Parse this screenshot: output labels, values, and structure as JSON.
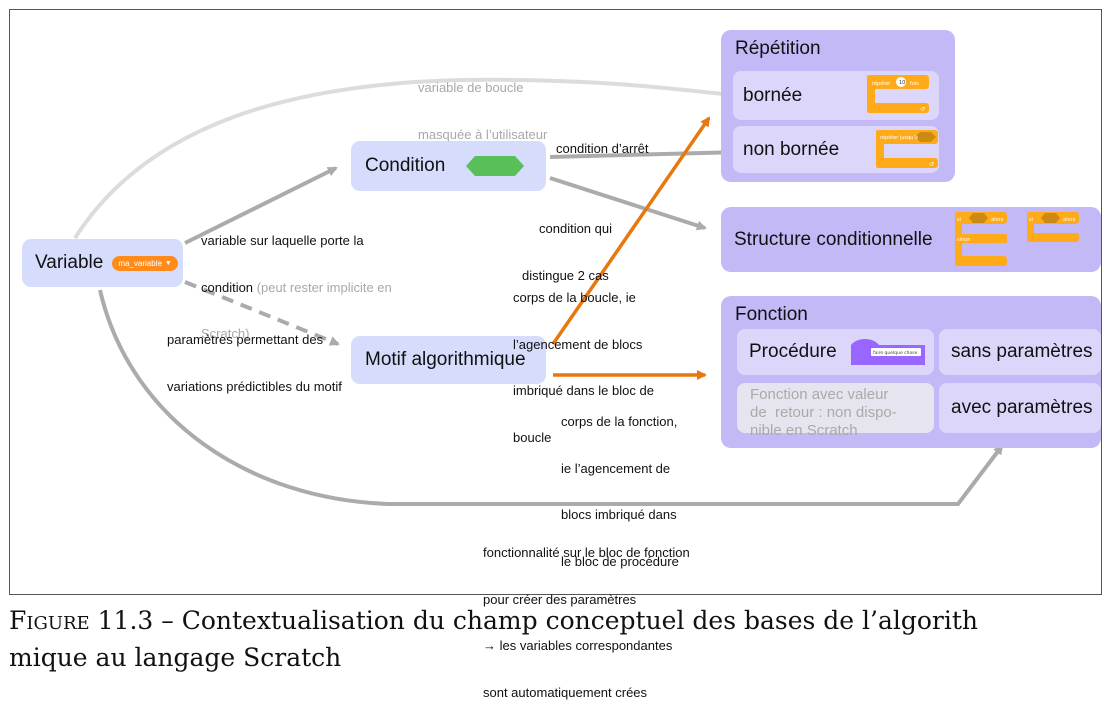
{
  "nodes": {
    "variable": "Variable",
    "variable_block": "ma_variable",
    "condition": "Condition",
    "motif": "Motif algorithmique"
  },
  "groups": {
    "repetition": {
      "title": "Répétition",
      "bornee": "bornée",
      "non_bornee": "non bornée",
      "bornee_block": "répéter",
      "bornee_block_value": "10",
      "bornee_block_suffix": "fois",
      "non_bornee_block": "répéter jusqu'à"
    },
    "structure": {
      "title": "Structure conditionnelle",
      "if_label": "si",
      "then_label": "alors",
      "else_label": "sinon"
    },
    "fonction": {
      "title": "Fonction",
      "procedure": "Procédure",
      "procedure_block": "faire quelque chose",
      "sans_parametres": "sans paramètres",
      "avec_parametres": "avec paramètres",
      "retour_line1": "Fonction avec valeur",
      "retour_line2": "de  retour : non dispo-",
      "retour_line3": "nible en Scratch"
    }
  },
  "edge_labels": {
    "boucle_line1": "variable de boucle",
    "boucle_line2": "masquée à l’utilisateur",
    "condition_line1": "variable sur laquelle porte la",
    "condition_line2a": "condition",
    "condition_line2b": " (peut rester implicite en",
    "condition_line3": "Scratch)",
    "parametres_line1": "paramètres permettant des",
    "parametres_line2": "variations prédictibles du motif",
    "arret": "condition d’arrêt",
    "distingue_line1": "condition qui",
    "distingue_line2": "distingue 2 cas",
    "corps_boucle_line1": "corps de la boucle, ie",
    "corps_boucle_line2": "l’agencement de blocs",
    "corps_boucle_line3": "imbriqué dans le bloc de",
    "corps_boucle_line4": "boucle",
    "corps_fonction_line1": "corps de la fonction,",
    "corps_fonction_line2": "ie l’agencement de",
    "corps_fonction_line3": "blocs imbriqué dans",
    "corps_fonction_line4": "le bloc de procédure",
    "fonctionnalite_line1": "fonctionnalité sur le bloc de fonction",
    "fonctionnalite_line2": "pour créer des paramètres",
    "fonctionnalite_line3": "→ les variables correspondantes",
    "fonctionnalite_line4": "sont automatiquement crées"
  },
  "caption": {
    "figure_word": "Figure",
    "rest_line1": " 11.3 – Contextualisation du champ conceptuel des bases de l’algorith",
    "line2": "mique au langage Scratch"
  },
  "colors": {
    "node_fill": "#d6dcfb",
    "group_fill": "#c3b9f7",
    "inner_fill": "#ddd6fb",
    "gray_arrow": "#ababab",
    "light_arrow": "#dcdcdc",
    "orange_arrow": "#e8770e",
    "scratch_orange": "#ffab19",
    "scratch_variable": "#ff8c1a",
    "scratch_green": "#59c059",
    "scratch_purple": "#9966ff"
  }
}
